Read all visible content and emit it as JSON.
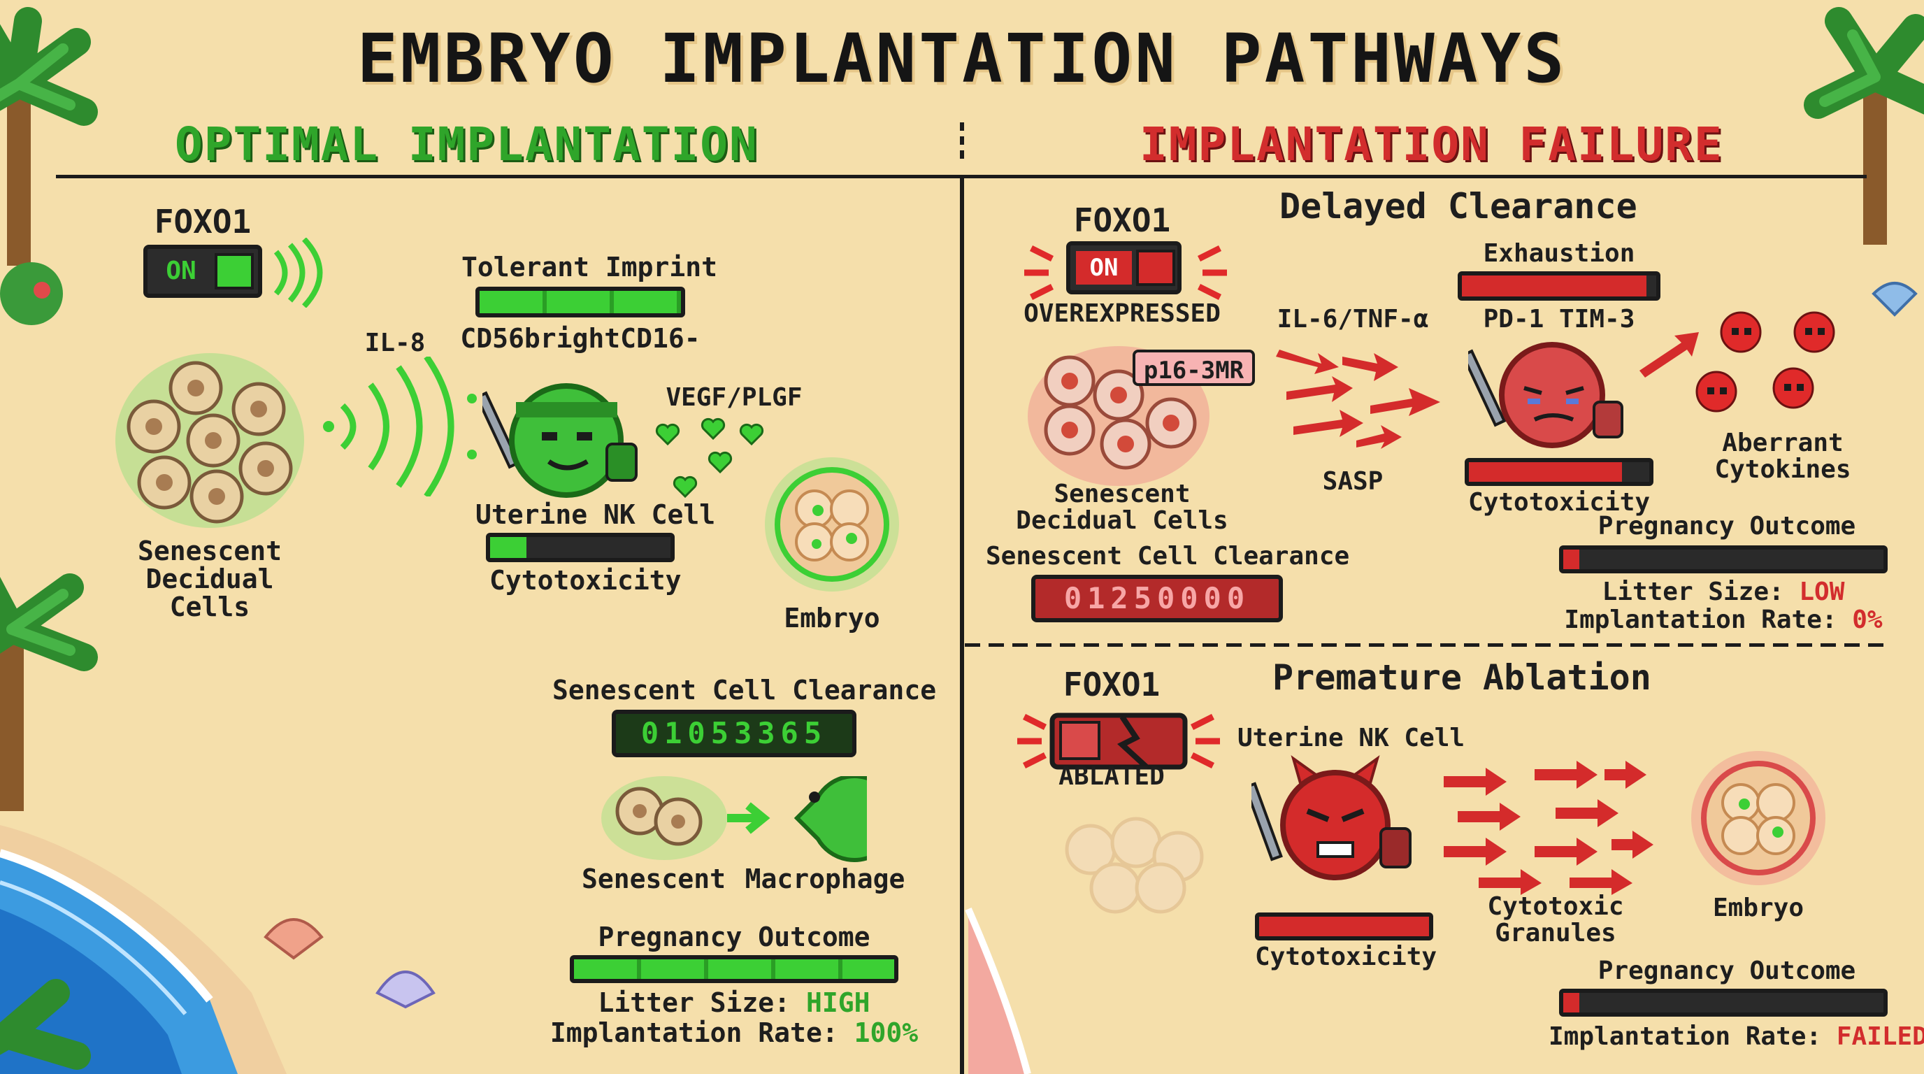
{
  "title": "EMBRYO IMPLANTATION PATHWAYS",
  "colors": {
    "optimal": "#2fa52a",
    "failure": "#d22d2d",
    "background": "#f5dfab"
  },
  "optimal": {
    "heading": "OPTIMAL IMPLANTATION",
    "foxo1": {
      "label": "FOXO1",
      "toggle": "ON"
    },
    "senescent_cells_label": "Senescent\nDecidual Cells",
    "il8_label": "IL-8",
    "tolerant_imprint_label": "Tolerant Imprint",
    "tolerant_imprint_level": 1.0,
    "cd56_label": "CD56brightCD16-",
    "nk_cell_label": "Uterine NK Cell",
    "vegf_label": "VEGF/PLGF",
    "cytotoxicity_label": "Cytotoxicity",
    "cytotoxicity_level": 0.2,
    "embryo_label": "Embryo",
    "clearance_label": "Senescent Cell Clearance",
    "clearance_digits": "01053365",
    "senescent_label": "Senescent",
    "macrophage_label": "Macrophage",
    "outcome_label": "Pregnancy Outcome",
    "outcome_level": 1.0,
    "litter_key": "Litter Size: ",
    "litter_value": "HIGH",
    "rate_key": "Implantation Rate: ",
    "rate_value": "100%"
  },
  "failure": {
    "heading": "IMPLANTATION FAILURE",
    "delayed": {
      "heading": "Delayed Clearance",
      "foxo1": {
        "label": "FOXO1",
        "toggle": "ON",
        "status": "OVEREXPRESSED"
      },
      "p16_label": "p16-3MR",
      "senescent_cells_label": "Senescent\nDecidual Cells",
      "il6_label": "IL-6/TNF-α",
      "sasp_label": "SASP",
      "exhaustion_label": "Exhaustion",
      "exhaustion_level": 0.95,
      "checkpoint_label": "PD-1  TIM-3",
      "cytotoxicity_label": "Cytotoxicity",
      "cytotoxicity_level": 0.85,
      "aberrant_label": "Aberrant\nCytokines",
      "clearance_label": "Senescent Cell Clearance",
      "clearance_digits": "01250000",
      "outcome_label": "Pregnancy Outcome",
      "outcome_level": 0.05,
      "litter_key": "Litter Size: ",
      "litter_value": "LOW",
      "rate_key": "Implantation Rate: ",
      "rate_value": "0%"
    },
    "premature": {
      "heading": "Premature Ablation",
      "foxo1": {
        "label": "FOXO1",
        "status": "ABLATED"
      },
      "nk_cell_label": "Uterine NK Cell",
      "cytotoxicity_label": "Cytotoxicity",
      "cytotoxicity_level": 1.0,
      "granules_label": "Cytotoxic\nGranules",
      "embryo_label": "Embryo",
      "outcome_label": "Pregnancy Outcome",
      "outcome_level": 0.05,
      "rate_key": "Implantation Rate: ",
      "rate_value": "FAILED"
    }
  }
}
